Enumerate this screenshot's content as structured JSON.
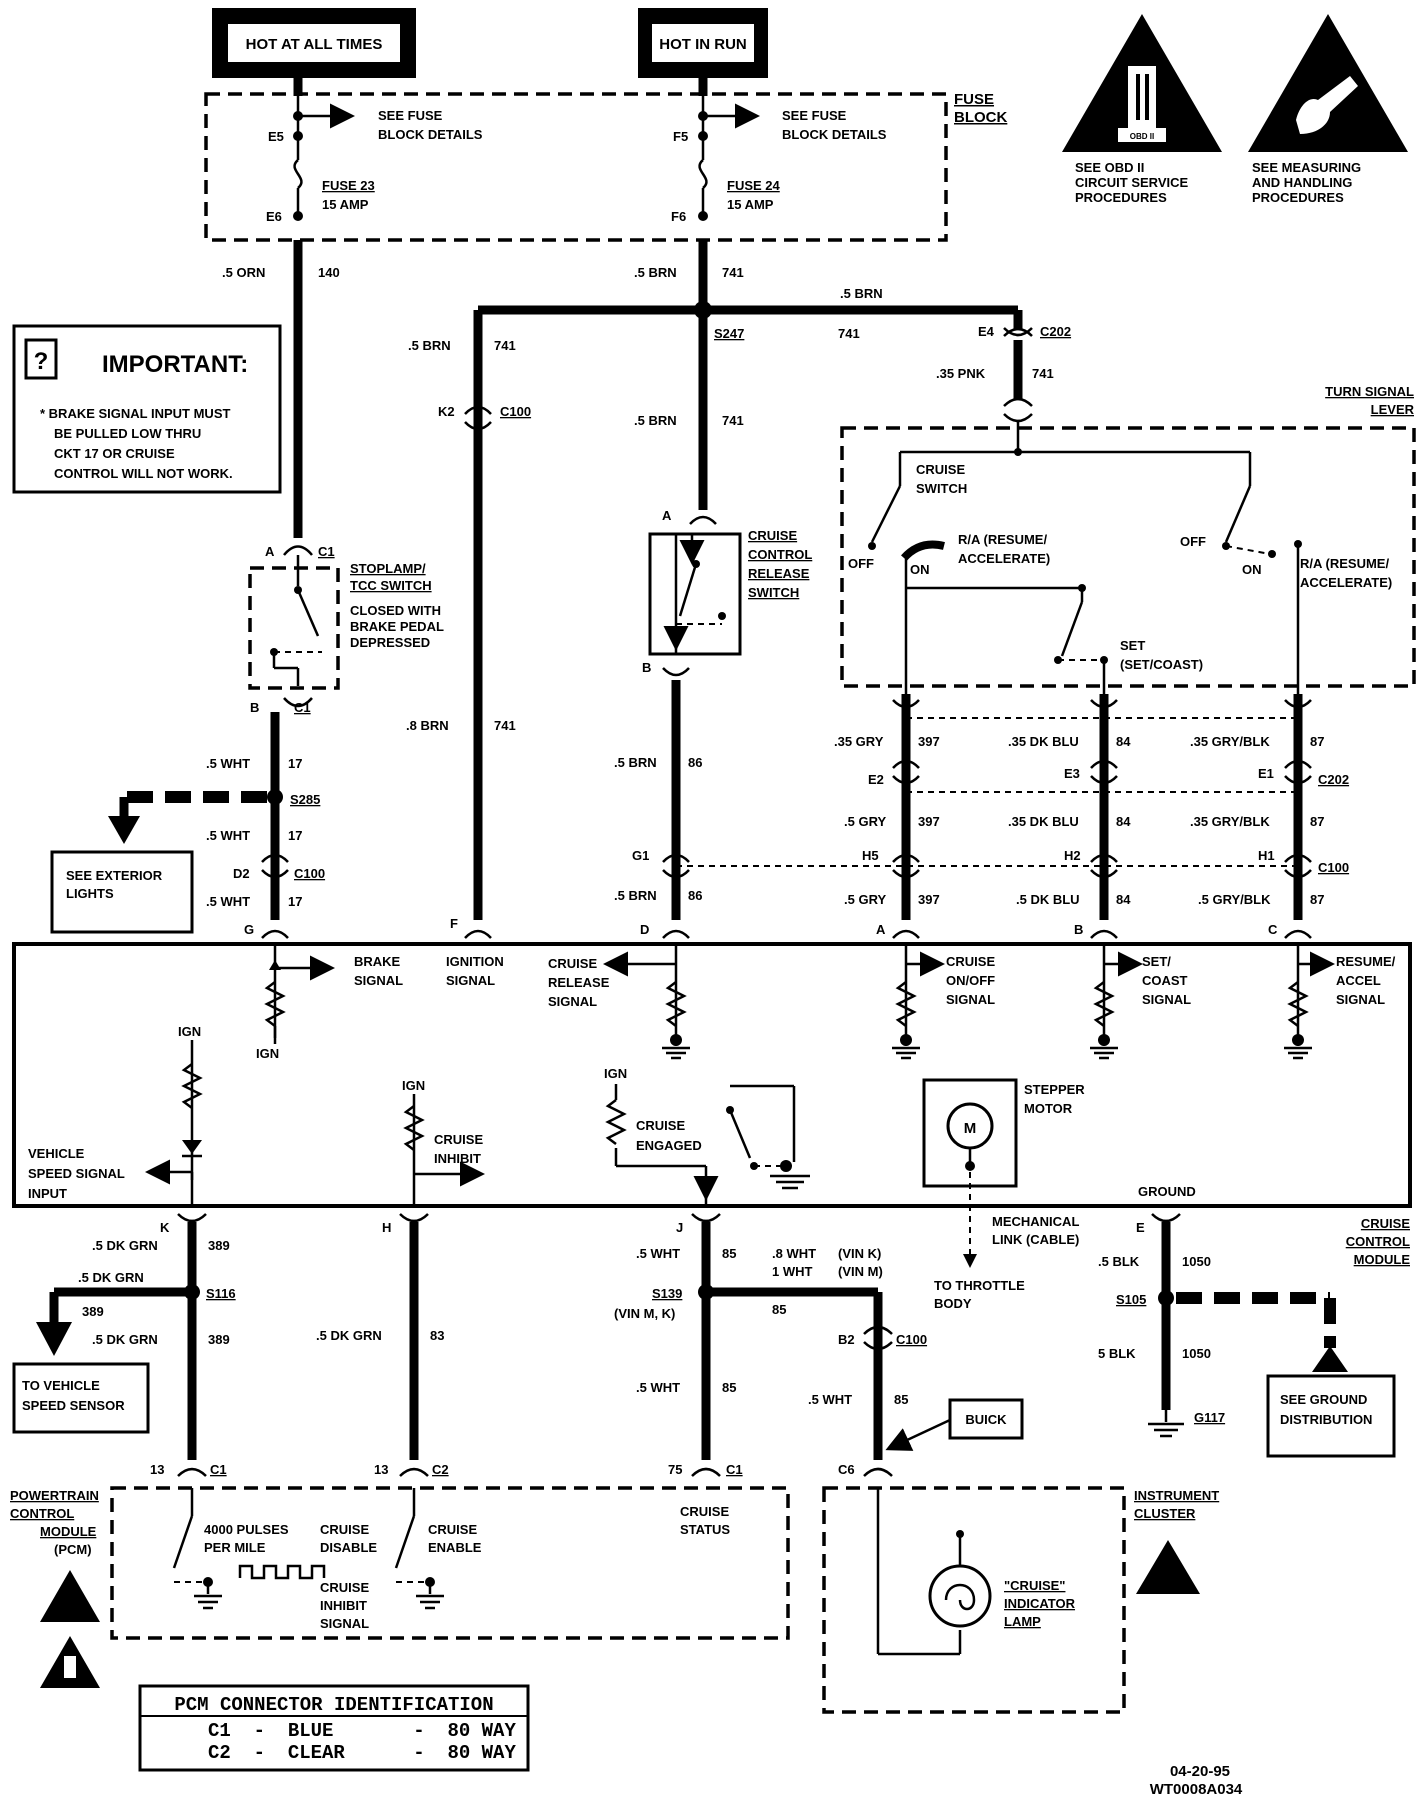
{
  "power": {
    "hot_at_all_times": "HOT AT ALL TIMES",
    "hot_in_run": "HOT IN RUN"
  },
  "fuse_block": {
    "label_1": "FUSE",
    "label_2": "BLOCK",
    "see_fuse_1": "SEE FUSE",
    "see_fuse_2": "BLOCK DETAILS",
    "fuse23_name": "FUSE 23",
    "fuse23_rating": "15 AMP",
    "fuse24_name": "FUSE 24",
    "fuse24_rating": "15 AMP",
    "e5": "E5",
    "e6": "E6",
    "f5": "F5",
    "f6": "F6"
  },
  "notices": {
    "obd_1": "SEE OBD II",
    "obd_2": "CIRCUIT SERVICE",
    "obd_3": "PROCEDURES",
    "obd_symbol": "OBD II",
    "esd_1": "SEE MEASURING",
    "esd_2": "AND HANDLING",
    "esd_3": "PROCEDURES"
  },
  "important": {
    "title": "IMPORTANT:",
    "line1": "* BRAKE SIGNAL INPUT MUST",
    "line2": "BE PULLED LOW THRU",
    "line3": "CKT 17 OR CRUISE",
    "line4": "CONTROL WILL NOT WORK."
  },
  "wires": {
    "orn": ".5 ORN",
    "c140": "140",
    "brn": ".5 BRN",
    "c741": "741",
    "pnk": ".35 PNK",
    "brn8": ".8 BRN",
    "wht": ".5 WHT",
    "c17": "17",
    "c86": "86",
    "brn5b": ".5 BRN",
    "gry35": ".35 GRY",
    "c397": "397",
    "gry5": ".5 GRY",
    "dkblu35": ".35 DK BLU",
    "c84": "84",
    "dkblu5": ".5 DK BLU",
    "gryblk35": ".35 GRY/BLK",
    "c87": "87",
    "gryblk5": ".5 GRY/BLK",
    "dkgrn": ".5 DK GRN",
    "c389": "389",
    "c83": "83",
    "c85": "85",
    "wht8": ".8 WHT",
    "vin_k": "(VIN K)",
    "wht1": "1 WHT",
    "vin_m": "(VIN M)",
    "vin_mk": "(VIN M, K)",
    "blk5": ".5 BLK",
    "blk5b": "5 BLK",
    "c1050": "1050"
  },
  "splices": {
    "s247": "S247",
    "s285": "S285",
    "s116": "S116",
    "s139": "S139",
    "s105": "S105",
    "g117": "G117"
  },
  "connectors": {
    "c100": "C100",
    "c202": "C202",
    "c1": "C1",
    "c2": "C2",
    "k2": "K2",
    "e4": "E4",
    "a": "A",
    "b": "B",
    "d2": "D2",
    "g1": "G1",
    "e2": "E2",
    "e3": "E3",
    "e1": "E1",
    "h5": "H5",
    "h2": "H2",
    "h1": "H1",
    "pin_g": "G",
    "pin_f": "F",
    "pin_d": "D",
    "pin_a": "A",
    "pin_b": "B",
    "pin_c": "C",
    "pin_k": "K",
    "pin_h": "H",
    "pin_j": "J",
    "pin_e": "E",
    "b2": "B2",
    "c6": "C6",
    "n13a": "13",
    "n13b": "13",
    "n75": "75"
  },
  "components": {
    "stoplamp_1": "STOPLAMP/",
    "stoplamp_2": "TCC SWITCH",
    "stoplamp_3": "CLOSED WITH",
    "stoplamp_4": "BRAKE PEDAL",
    "stoplamp_5": "DEPRESSED",
    "release_1": "CRUISE",
    "release_2": "CONTROL",
    "release_3": "RELEASE",
    "release_4": "SWITCH",
    "turn_1": "TURN SIGNAL",
    "turn_2": "LEVER",
    "cruise_switch_1": "CRUISE",
    "cruise_switch_2": "SWITCH",
    "off": "OFF",
    "on": "ON",
    "ra_1": "R/A (RESUME/",
    "ra_2": "ACCELERATE)",
    "set_1": "SET",
    "set_2": "(SET/COAST)",
    "see_ext_1": "SEE EXTERIOR",
    "see_ext_2": "LIGHTS"
  },
  "module": {
    "brake_1": "BRAKE",
    "brake_2": "SIGNAL",
    "ign_sig_1": "IGNITION",
    "ign_sig_2": "SIGNAL",
    "rel_1": "CRUISE",
    "rel_2": "RELEASE",
    "rel_3": "SIGNAL",
    "onoff_1": "CRUISE",
    "onoff_2": "ON/OFF",
    "onoff_3": "SIGNAL",
    "set_1": "SET/",
    "set_2": "COAST",
    "set_3": "SIGNAL",
    "res_1": "RESUME/",
    "res_2": "ACCEL",
    "res_3": "SIGNAL",
    "ign": "IGN",
    "vss_1": "VEHICLE",
    "vss_2": "SPEED SIGNAL",
    "vss_3": "INPUT",
    "inhibit_1": "CRUISE",
    "inhibit_2": "INHIBIT",
    "engaged_1": "CRUISE",
    "engaged_2": "ENGAGED",
    "stepper_1": "STEPPER",
    "stepper_2": "MOTOR",
    "motor_m": "M",
    "ground": "GROUND",
    "label_1": "CRUISE",
    "label_2": "CONTROL",
    "label_3": "MODULE"
  },
  "lower": {
    "mech_1": "MECHANICAL",
    "mech_2": "LINK (CABLE)",
    "throttle_1": "TO THROTTLE",
    "throttle_2": "BODY",
    "vss_1": "TO VEHICLE",
    "vss_2": "SPEED SENSOR",
    "gnd_1": "SEE GROUND",
    "gnd_2": "DISTRIBUTION",
    "buick": "BUICK",
    "pcm_1": "POWERTRAIN",
    "pcm_2": "CONTROL",
    "pcm_3": "MODULE",
    "pcm_4": "(PCM)",
    "pulses_1": "4000 PULSES",
    "pulses_2": "PER MILE",
    "disable_1": "CRUISE",
    "disable_2": "DISABLE",
    "enable_1": "CRUISE",
    "enable_2": "ENABLE",
    "inh_1": "CRUISE",
    "inh_2": "INHIBIT",
    "inh_3": "SIGNAL",
    "status_1": "CRUISE",
    "status_2": "STATUS",
    "ic_1": "INSTRUMENT",
    "ic_2": "CLUSTER",
    "lamp_1": "\"CRUISE\"",
    "lamp_2": "INDICATOR",
    "lamp_3": "LAMP"
  },
  "pcm_id": {
    "title": "PCM CONNECTOR IDENTIFICATION",
    "row1": "C1  -  BLUE       -  80 WAY",
    "row2": "C2  -  CLEAR      -  80 WAY"
  },
  "footer": {
    "date": "04-20-95",
    "code": "WT0008A034"
  }
}
